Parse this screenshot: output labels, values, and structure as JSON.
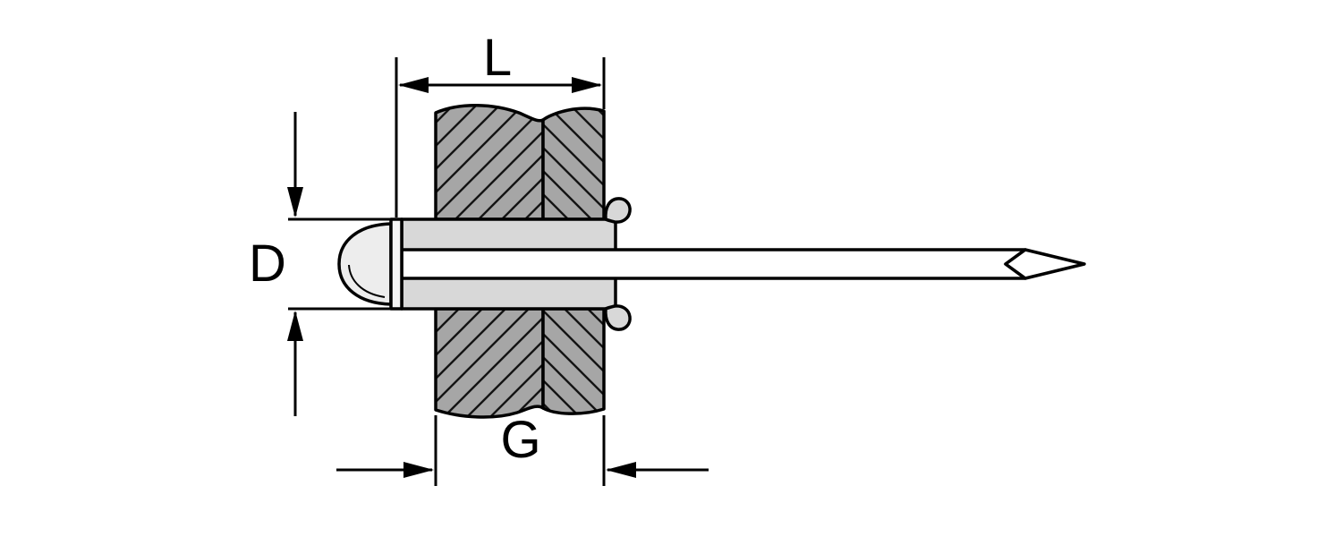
{
  "diagram": {
    "labels": {
      "length": "L",
      "diameter": "D",
      "grip": "G"
    }
  },
  "colors": {
    "background": "#ffffff",
    "outline": "#000000",
    "plate_fill": "#a6a6a6",
    "hatch_line": "#141414",
    "sleeve_fill": "#d8d8d8",
    "head_fill": "#ededed",
    "flange_fill": "#f3f3f3",
    "mandrel_fill": "#ffffff"
  }
}
